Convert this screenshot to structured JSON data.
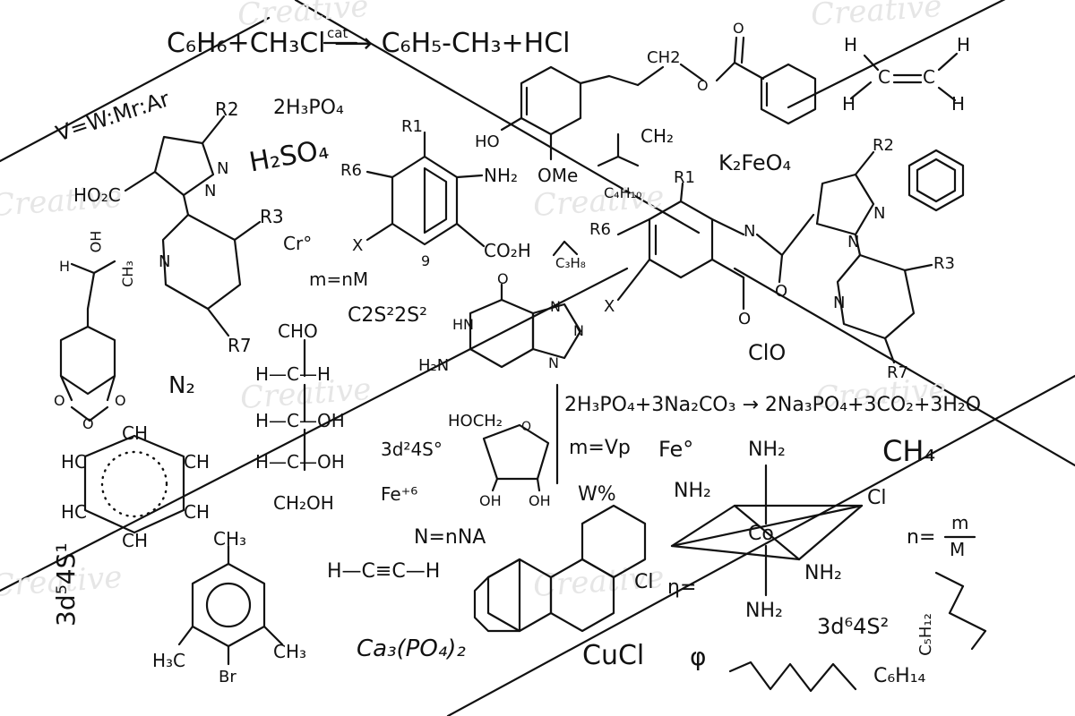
{
  "watermark": "Creative",
  "formulas": {
    "f_benzene_rxn": "C₆H₆+CH₃Cl ⟶ C₆H₅-CH₃+HCl",
    "f_cat": "cat",
    "f_vwmr": "V=W:Mr:Ar",
    "f_r2a": "R2",
    "f_h3po4": "2H₃PO₄",
    "f_h2so4": "H₂SO₄",
    "f_ho2c": "HO₂C",
    "f_n1": "N",
    "f_n2": "N",
    "f_r3a": "R3",
    "f_cro": "Cr°",
    "f_na": "N",
    "f_r7a": "R7",
    "f_r1a": "R1",
    "f_r6a": "R6",
    "f_nh2a": "NH₂",
    "f_xa": "X",
    "f_co2h": "CO₂H",
    "f_9": "9",
    "f_mnm": "m=nM",
    "f_ho1": "HO",
    "f_ome": "OMe",
    "f_ch2a": "CH2",
    "f_o1": "O",
    "f_o2": "O",
    "f_ch2b": "CH₂",
    "f_c4h10": "C₄H₁₀",
    "f_c3h8": "C₃H₈",
    "f_k2feo4": "K₂FeO₄",
    "f_h1": "H",
    "f_h2": "H",
    "f_h3": "H",
    "f_h4": "H",
    "f_c1": "C",
    "f_c2": "C",
    "f_r2b": "R2",
    "f_r1b": "R1",
    "f_r6b": "R6",
    "f_n3": "N",
    "f_n4": "N",
    "f_n5": "N",
    "f_o3": "O",
    "f_xb": "X",
    "f_o4": "O",
    "f_clo": "ClO",
    "f_r3b": "R3",
    "f_nb": "N",
    "f_r7b": "R7",
    "f_h_oh": "H",
    "f_oh": "OH",
    "f_ch3": "CH₃",
    "f_o5": "O",
    "f_o6": "O",
    "f_o7": "O",
    "f_n2gas": "N₂",
    "f_cho": "CHO",
    "f_h_c_h": "H—C—H",
    "f_h_c_oh1": "H—C—OH",
    "f_h_c_oh2": "H—C—OH",
    "f_ch2oh": "CH₂OH",
    "f_c2s": "C2S²2S²",
    "f_og": "O",
    "f_hn": "HN",
    "f_ng1": "N",
    "f_ng2": "N",
    "f_ng3": "N",
    "f_h2n": "H₂N",
    "f_na3": "2H₃PO₄+3Na₂CO₃ → 2Na₃PO₄+3CO₂+3H₂O",
    "f_hoch2": "HOCH₂",
    "f_os": "O",
    "f_oh1": "OH",
    "f_oh2": "OH",
    "f_mvp": "m=Vp",
    "f_feo": "Fe°",
    "f_3d2": "3d²4S°",
    "f_fe6": "Fe⁺⁶",
    "f_ch4": "CH₄",
    "f_nh2_top": "NH₂",
    "f_nh2_l": "NH₂",
    "f_co": "Co",
    "f_cl_r": "Cl",
    "f_nh2_r": "NH₂",
    "f_nh2_b": "NH₂",
    "f_n_eq": "n=",
    "f_m_top": "m",
    "f_m_bot": "M",
    "f_hc1": "HC",
    "f_ch_t": "CH",
    "f_ch_r1": "CH",
    "f_hc2": "HC",
    "f_ch_r2": "CH",
    "f_ch_b": "CH",
    "f_w": "W%",
    "f_nnna": "N=nNA",
    "f_hcch": "H—C≡C—H",
    "f_cl_pah": "Cl",
    "f_eta": "η=",
    "f_3d5": "3d⁵4S¹",
    "f_ch3m": "CH₃",
    "f_h3c": "H₃C",
    "f_ch3r": "CH₃",
    "f_br": "Br",
    "f_ca3": "Ca₃(PO₄)₂",
    "f_cucl": "CuCl",
    "f_psi": "φ",
    "f_3d6": "3d⁶4S²",
    "f_c5h12": "C₅H₁₂",
    "f_c6h14": "C₆H₁₄"
  }
}
